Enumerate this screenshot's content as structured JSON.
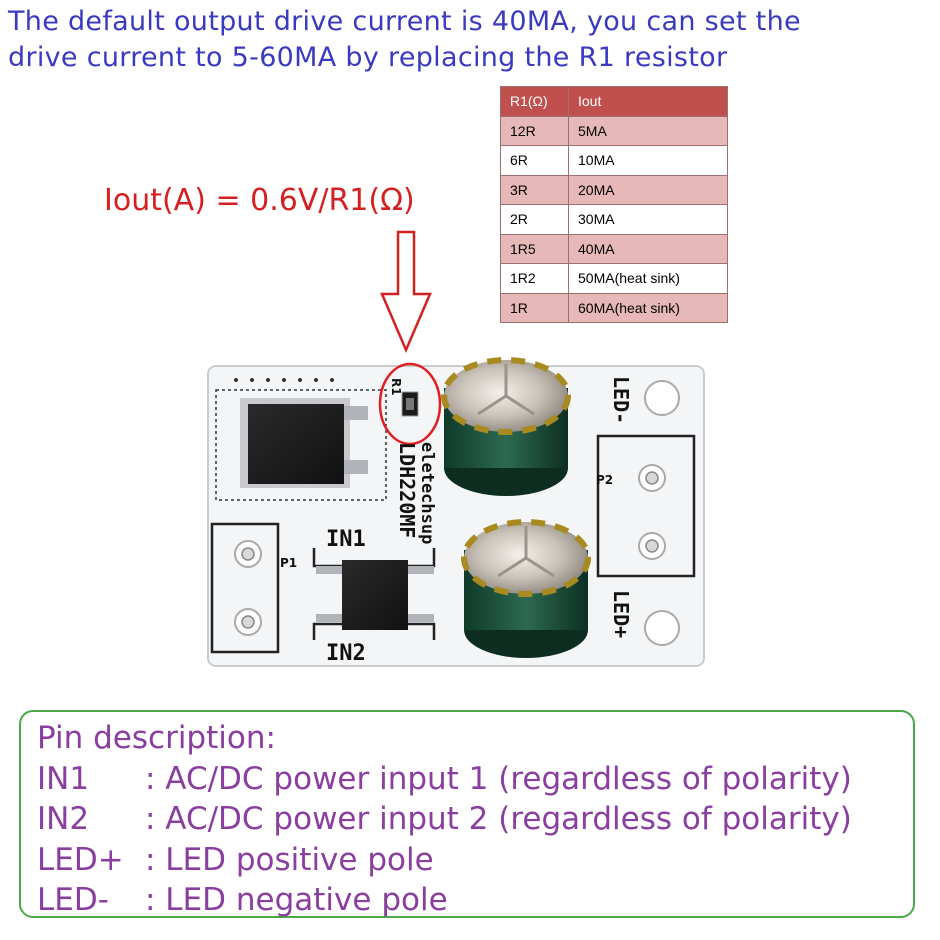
{
  "header": {
    "line1": "The default output drive current is 40MA, you can set the",
    "line2": "drive current to 5-60MA by replacing the R1 resistor"
  },
  "formula": "Iout(A) = 0.6V/R1(Ω)",
  "table": {
    "headers": [
      "R1(Ω)",
      "Iout"
    ],
    "rows": [
      [
        "12R",
        "5MA"
      ],
      [
        "6R",
        "10MA"
      ],
      [
        "3R",
        "20MA"
      ],
      [
        "2R",
        "30MA"
      ],
      [
        "1R5",
        "40MA"
      ],
      [
        "1R2",
        "50MA(heat sink)"
      ],
      [
        "1R",
        "60MA(heat sink)"
      ]
    ]
  },
  "board": {
    "label_r1": "R1",
    "brand": "eletechsup",
    "model": "LDH220MF",
    "label_in1": "IN1",
    "label_in2": "IN2",
    "label_p1": "P1",
    "label_p2": "P2",
    "label_led_minus": "LED-",
    "label_led_plus": "LED+"
  },
  "pins": {
    "title": "Pin description:",
    "items": [
      {
        "name": "IN1",
        "desc": ": AC/DC power input 1 (regardless of polarity)"
      },
      {
        "name": "IN2",
        "desc": ": AC/DC power input 2 (regardless of polarity)"
      },
      {
        "name": "LED+",
        "desc": ": LED positive pole"
      },
      {
        "name": "LED-",
        "desc": ": LED negative pole"
      }
    ]
  },
  "colors": {
    "header_text": "#3a3ac0",
    "formula_text": "#d42020",
    "table_header_bg": "#c0504d",
    "table_alt_bg": "#e6b8b7",
    "pin_text": "#8a3fa0",
    "pin_border": "#4aa84a"
  }
}
